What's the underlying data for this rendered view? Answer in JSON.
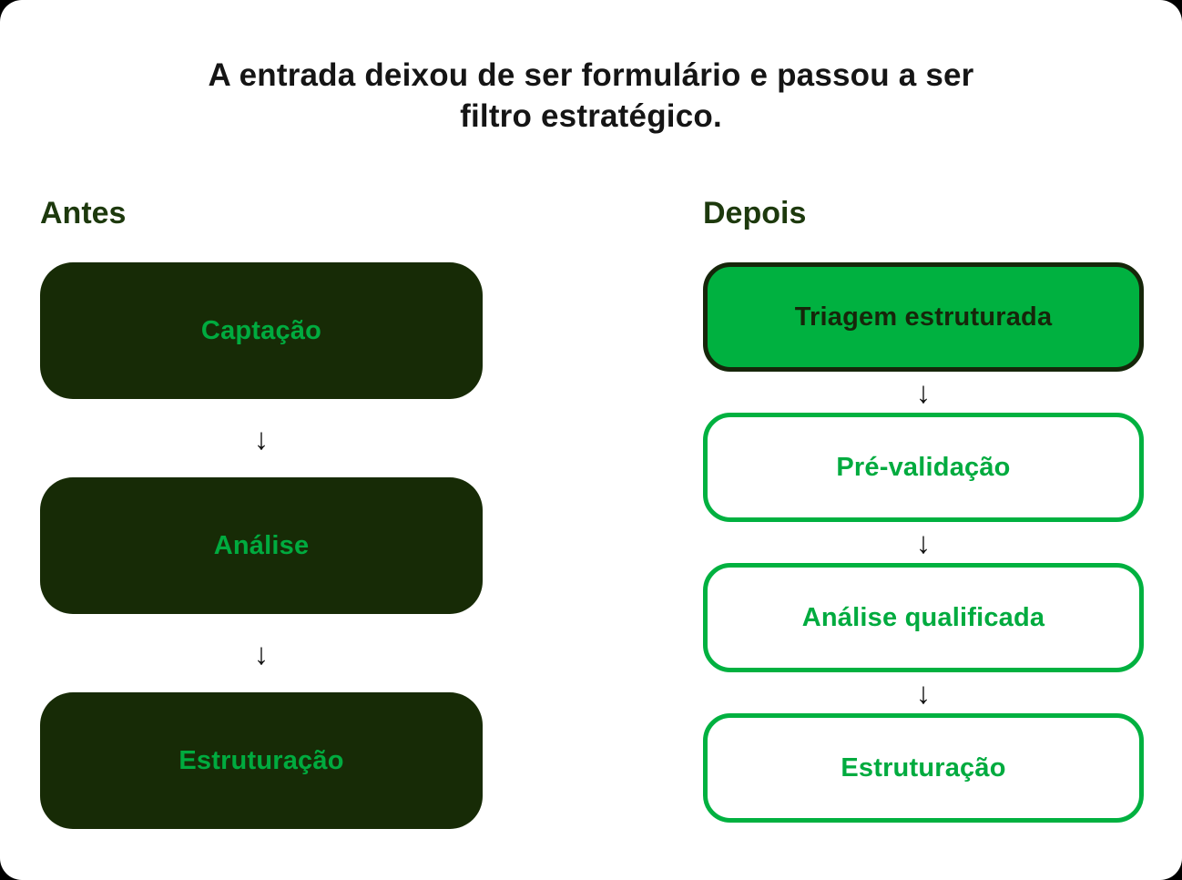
{
  "title": {
    "line1": "A entrada deixou de ser formulário e passou a ser",
    "line2": "filtro estratégico."
  },
  "before": {
    "heading": "Antes",
    "steps": [
      "Captação",
      "Análise",
      "Estruturação"
    ]
  },
  "after": {
    "heading": "Depois",
    "steps": [
      "Triagem estruturada",
      "Pré-validação",
      "Análise qualificada",
      "Estruturação"
    ]
  },
  "arrow": {
    "glyph": "↓"
  },
  "colors": {
    "accent": "#00b140",
    "green-text": "#00ab3f",
    "dark-box": "#172b06",
    "dark-border": "#16260a",
    "heading": "#1d390d",
    "title": "#151515",
    "card-bg": "#ffffff",
    "page-bg": "#000000"
  }
}
